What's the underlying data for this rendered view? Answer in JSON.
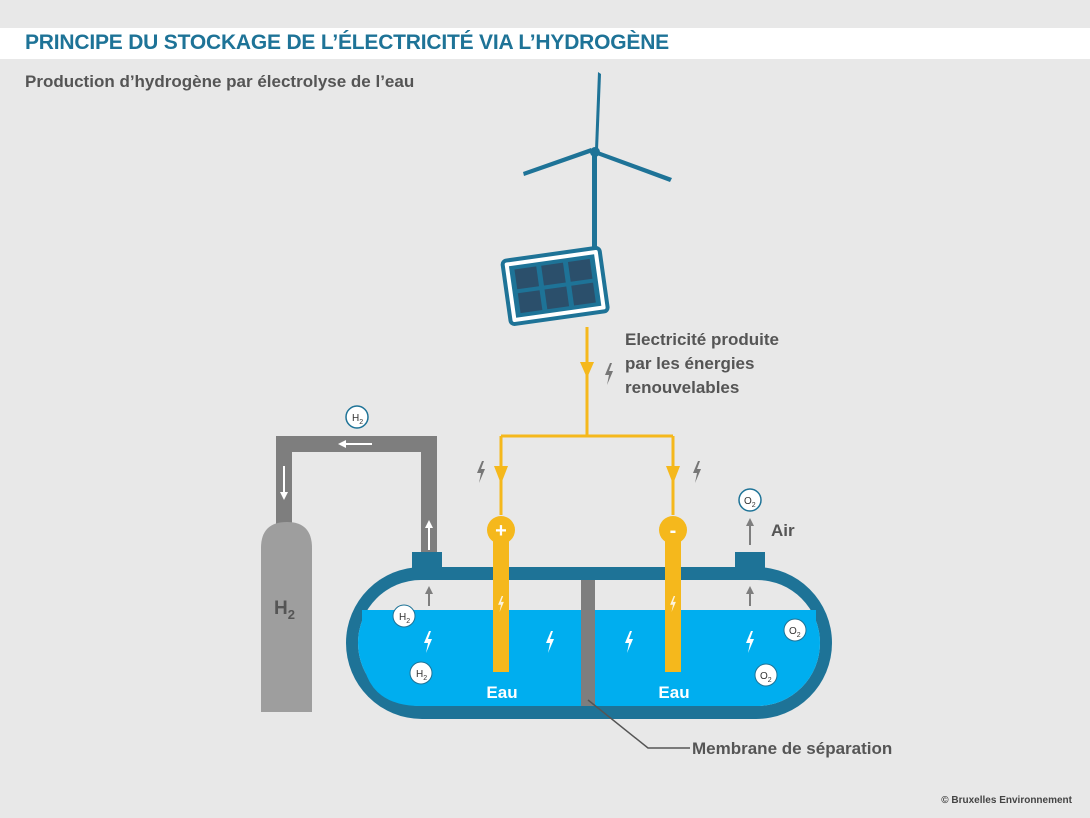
{
  "title": "PRINCIPE DU STOCKAGE DE L’ÉLECTRICITÉ VIA L’HYDROGÈNE",
  "subtitle": "Production d’hydrogène par électrolyse de l’eau",
  "electricity_label": [
    "Electricité produite",
    "par les énergies",
    "renouvelables"
  ],
  "water_left": "Eau",
  "water_right": "Eau",
  "membrane_label": "Membrane de séparation",
  "air_label": "Air",
  "tank_label": "H",
  "tank_sub": "2",
  "plus_sign": "+",
  "minus_sign": "-",
  "h2_bubble": "H",
  "o2_bubble": "O",
  "bubble_sub": "2",
  "credit": "© Bruxelles Environnement",
  "colors": {
    "title": "#1e7397",
    "teal": "#1e7397",
    "water": "#00aeef",
    "electric": "#f5b81c",
    "pipe": "#7e7e7e",
    "tank": "#9e9e9e"
  }
}
